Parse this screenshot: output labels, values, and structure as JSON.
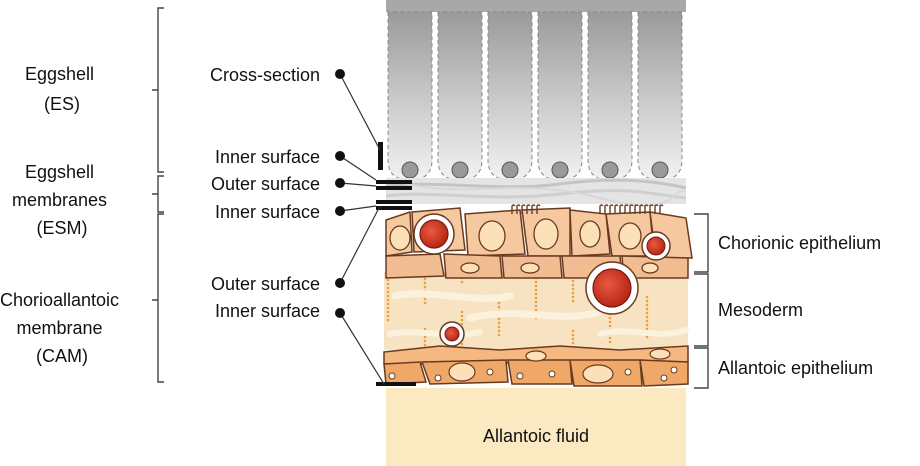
{
  "groups": {
    "es": [
      "Eggshell",
      "(ES)"
    ],
    "esm": [
      "Eggshell",
      "membranes",
      "(ESM)"
    ],
    "cam": [
      "Chorioallantoic",
      "membrane",
      "(CAM)"
    ]
  },
  "callouts": {
    "cross_section": "Cross-section",
    "es_inner": "Inner surface",
    "esm_outer": "Outer surface",
    "esm_inner": "Inner surface",
    "cam_outer": "Outer surface",
    "cam_inner": "Inner surface"
  },
  "layers": {
    "chorionic": "Chorionic epithelium",
    "mesoderm": "Mesoderm",
    "allantoic": "Allantoic epithelium"
  },
  "fluid": "Allantoic fluid",
  "colors": {
    "shell": "#c8c8c8",
    "membrane": "#e2e2e2",
    "cell_fill": "#f5c8a0",
    "cell_stroke": "#6a3a20",
    "mesoderm": "#f7e3c2",
    "allantoic_cell": "#f0a868",
    "fluid": "#fbe9c2",
    "blood": "#d03020"
  }
}
